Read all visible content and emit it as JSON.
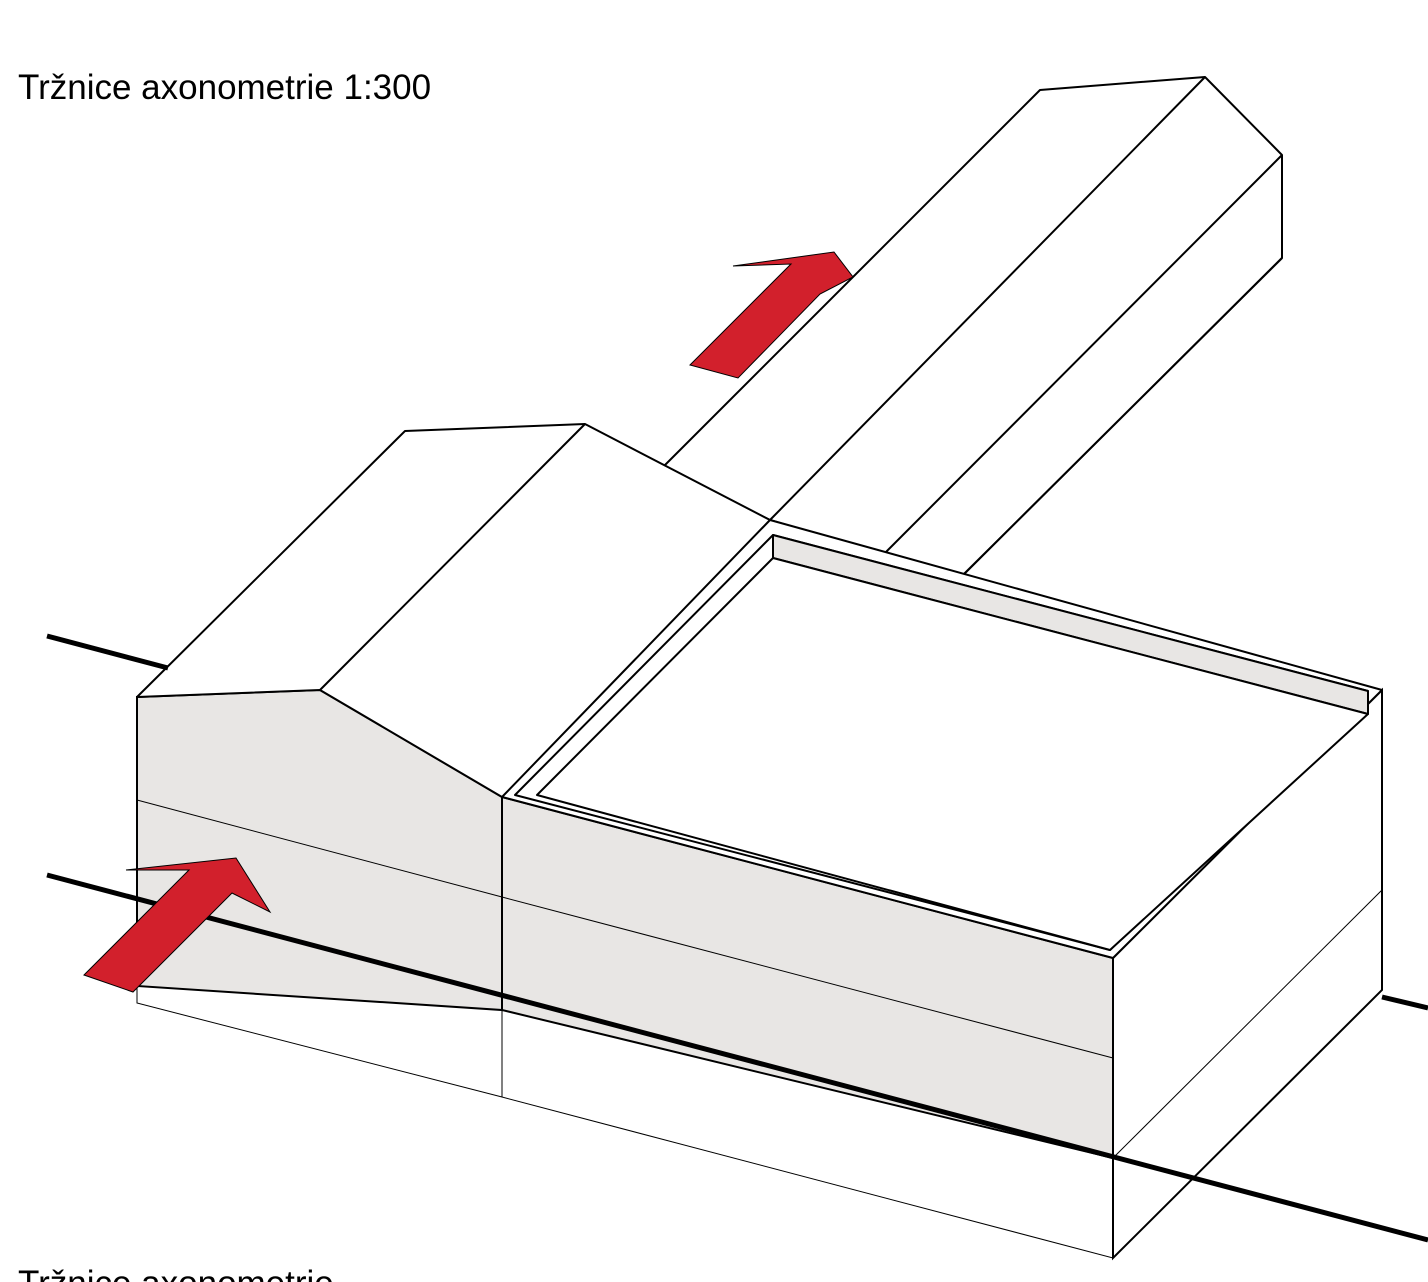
{
  "drawing": {
    "title": "Tržnice axonometrie 1:300",
    "title_bottom": "Tržnice axonometrie",
    "colors": {
      "background": "#ffffff",
      "wall_fill": "#e8e6e4",
      "roof_fill": "#ffffff",
      "line": "#000000",
      "arrow": "#d2202c"
    },
    "arrows": [
      "entrance-arrow-front",
      "entrance-arrow-rear"
    ]
  }
}
